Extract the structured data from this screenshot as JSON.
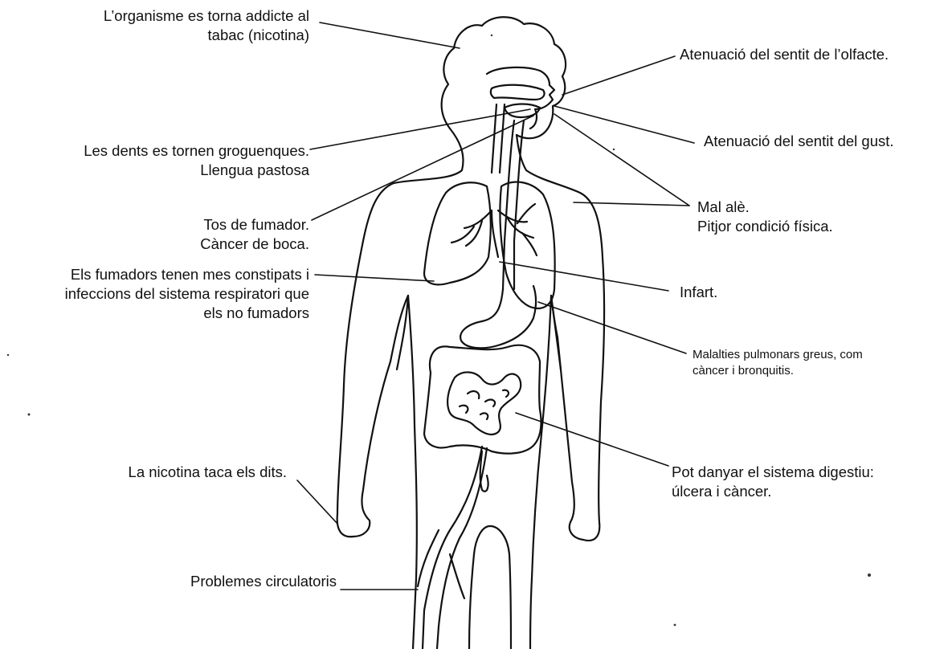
{
  "labels": {
    "addiction": [
      "L’organisme es torna addicte al",
      "tabac (nicotina)"
    ],
    "teeth": [
      "Les dents es tornen groguenques.",
      "Llengua pastosa"
    ],
    "cough": [
      "Tos de fumador.",
      "Càncer de boca."
    ],
    "colds": [
      "Els fumadors tenen mes constipats i",
      "infeccions del sistema respiratori que",
      "els no fumadors"
    ],
    "fingers": [
      "La nicotina taca els dits."
    ],
    "circulation": [
      "Problemes circulatoris"
    ],
    "smell": [
      "Atenuació del sentit de l’olfacte."
    ],
    "taste": [
      "Atenuació del sentit del gust."
    ],
    "breath": [
      "Mal alè.",
      "Pitjor condició física."
    ],
    "infarct": [
      "Infart."
    ],
    "lung_disease": [
      "Malalties pulmonars greus, com",
      "càncer i bronquitis."
    ],
    "digestive": [
      "Pot danyar el sistema digestiu:",
      "úlcera i càncer."
    ]
  }
}
